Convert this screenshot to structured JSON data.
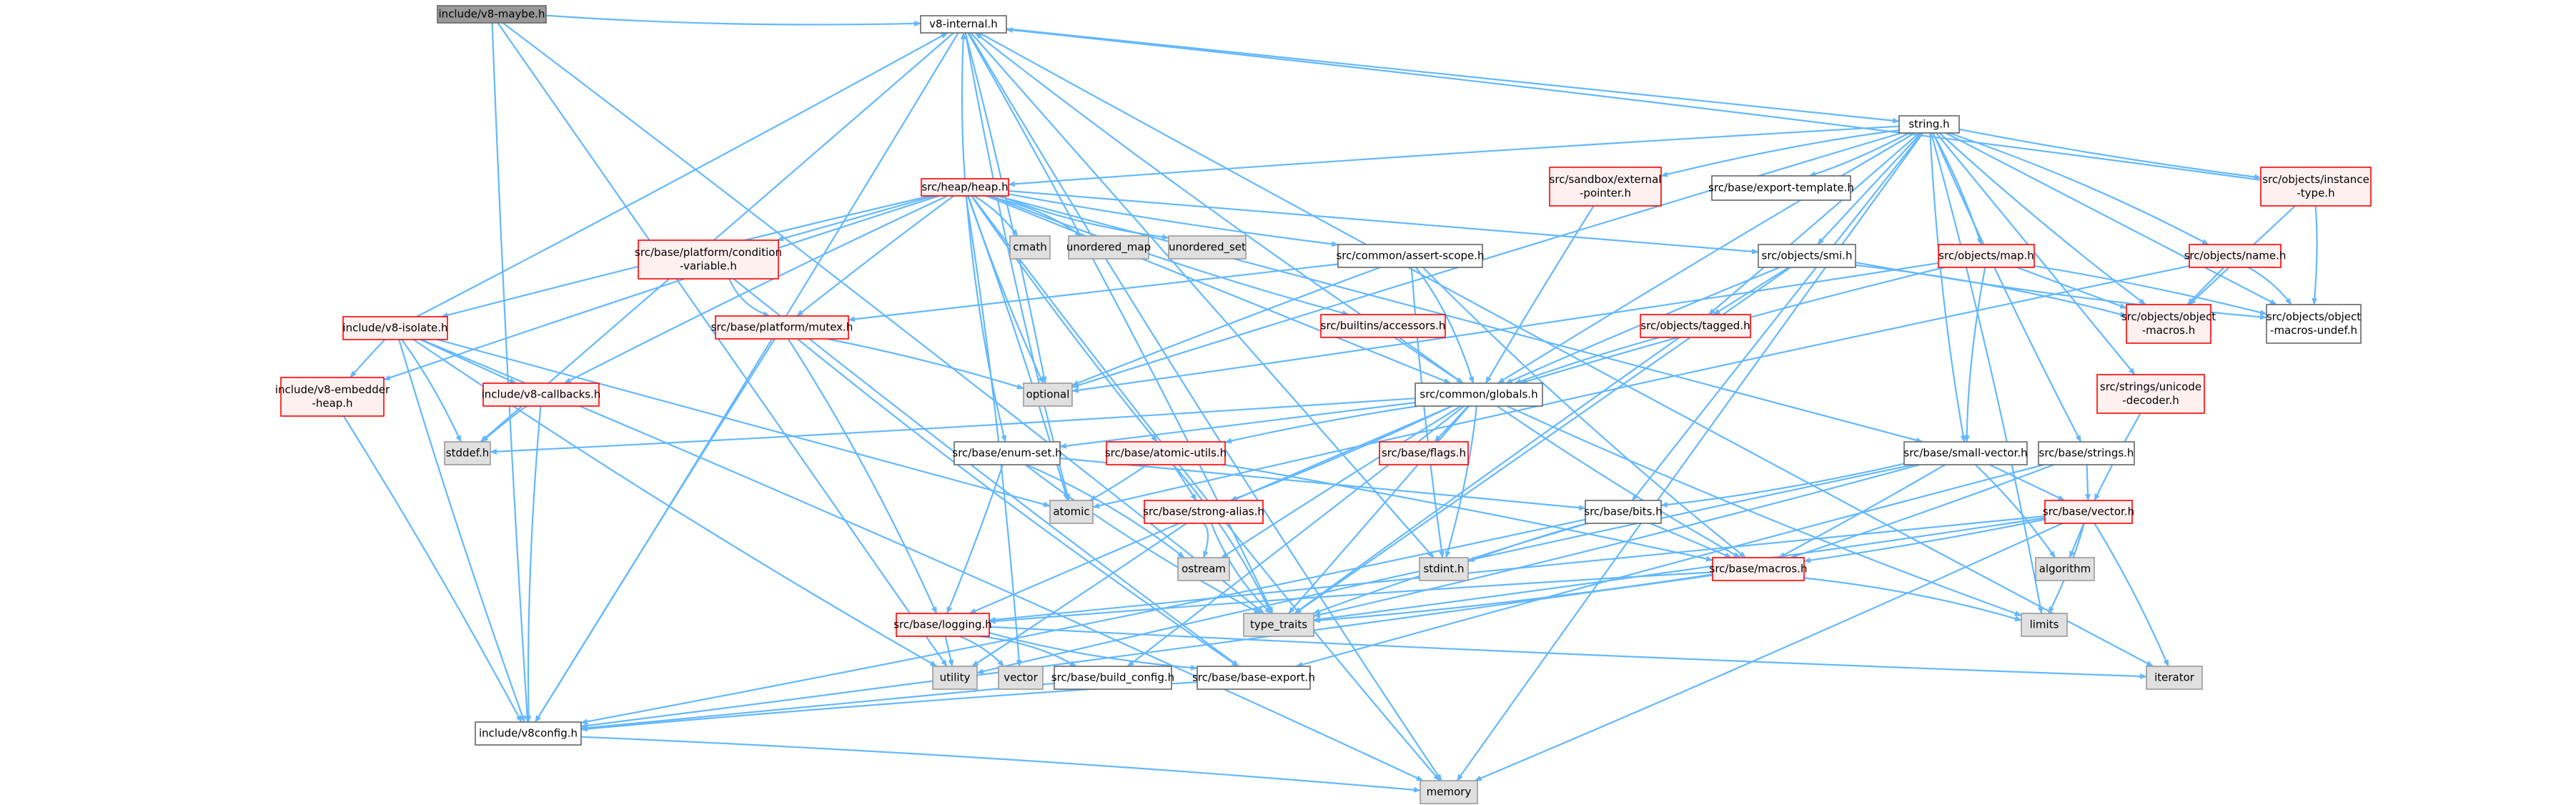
{
  "colors": {
    "edge": "#63b8ff",
    "root_fill": "#999999",
    "root_border": "#666666",
    "plain_fill": "#ffffff",
    "plain_border": "#666666",
    "red_fill": "#fff0f0",
    "red_border": "#ff0000",
    "gray_fill": "#e0e0e0",
    "gray_border": "#999999"
  },
  "nodes": [
    {
      "id": "v8maybe",
      "lines": [
        "include/v8-maybe.h"
      ],
      "style": "root"
    },
    {
      "id": "v8internal",
      "lines": [
        "v8-internal.h"
      ],
      "style": "plain"
    },
    {
      "id": "string",
      "lines": [
        "string.h"
      ],
      "style": "plain"
    },
    {
      "id": "heap",
      "lines": [
        "src/heap/heap.h"
      ],
      "style": "red"
    },
    {
      "id": "sandboxptr",
      "lines": [
        "src/sandbox/external",
        "-pointer.h"
      ],
      "style": "red"
    },
    {
      "id": "exporttpl",
      "lines": [
        "src/base/export-template.h"
      ],
      "style": "plain"
    },
    {
      "id": "instancetype",
      "lines": [
        "src/objects/instance",
        "-type.h"
      ],
      "style": "red"
    },
    {
      "id": "condvar",
      "lines": [
        "src/base/platform/condition",
        "-variable.h"
      ],
      "style": "red"
    },
    {
      "id": "cmath",
      "lines": [
        "cmath"
      ],
      "style": "gray"
    },
    {
      "id": "unordered_map",
      "lines": [
        "unordered_map"
      ],
      "style": "gray"
    },
    {
      "id": "unordered_set",
      "lines": [
        "unordered_set"
      ],
      "style": "gray"
    },
    {
      "id": "assertscope",
      "lines": [
        "src/common/assert-scope.h"
      ],
      "style": "plain"
    },
    {
      "id": "smi",
      "lines": [
        "src/objects/smi.h"
      ],
      "style": "plain"
    },
    {
      "id": "objmap",
      "lines": [
        "src/objects/map.h"
      ],
      "style": "red"
    },
    {
      "id": "objname",
      "lines": [
        "src/objects/name.h"
      ],
      "style": "red"
    },
    {
      "id": "v8isolate",
      "lines": [
        "include/v8-isolate.h"
      ],
      "style": "red"
    },
    {
      "id": "mutex",
      "lines": [
        "src/base/platform/mutex.h"
      ],
      "style": "red"
    },
    {
      "id": "accessors",
      "lines": [
        "src/builtins/accessors.h"
      ],
      "style": "red"
    },
    {
      "id": "tagged",
      "lines": [
        "src/objects/tagged.h"
      ],
      "style": "red"
    },
    {
      "id": "objmacros",
      "lines": [
        "src/objects/object",
        "-macros.h"
      ],
      "style": "red"
    },
    {
      "id": "objmacrosundef",
      "lines": [
        "src/objects/object",
        "-macros-undef.h"
      ],
      "style": "plain"
    },
    {
      "id": "optional",
      "lines": [
        "optional"
      ],
      "style": "gray"
    },
    {
      "id": "globals",
      "lines": [
        "src/common/globals.h"
      ],
      "style": "plain"
    },
    {
      "id": "embedderheap",
      "lines": [
        "include/v8-embedder",
        "-heap.h"
      ],
      "style": "red"
    },
    {
      "id": "callbacks",
      "lines": [
        "include/v8-callbacks.h"
      ],
      "style": "red"
    },
    {
      "id": "unicodedecoder",
      "lines": [
        "src/strings/unicode",
        "-decoder.h"
      ],
      "style": "red"
    },
    {
      "id": "stddef",
      "lines": [
        "stddef.h"
      ],
      "style": "gray"
    },
    {
      "id": "enumset",
      "lines": [
        "src/base/enum-set.h"
      ],
      "style": "plain"
    },
    {
      "id": "atomicutils",
      "lines": [
        "src/base/atomic-utils.h"
      ],
      "style": "red"
    },
    {
      "id": "flags",
      "lines": [
        "src/base/flags.h"
      ],
      "style": "red"
    },
    {
      "id": "smallvector",
      "lines": [
        "src/base/small-vector.h"
      ],
      "style": "plain"
    },
    {
      "id": "strings",
      "lines": [
        "src/base/strings.h"
      ],
      "style": "plain"
    },
    {
      "id": "atomic",
      "lines": [
        "atomic"
      ],
      "style": "gray"
    },
    {
      "id": "strongalias",
      "lines": [
        "src/base/strong-alias.h"
      ],
      "style": "red"
    },
    {
      "id": "bits",
      "lines": [
        "src/base/bits.h"
      ],
      "style": "plain"
    },
    {
      "id": "vectorh",
      "lines": [
        "src/base/vector.h"
      ],
      "style": "red"
    },
    {
      "id": "ostream",
      "lines": [
        "ostream"
      ],
      "style": "gray"
    },
    {
      "id": "stdint",
      "lines": [
        "stdint.h"
      ],
      "style": "gray"
    },
    {
      "id": "macros",
      "lines": [
        "src/base/macros.h"
      ],
      "style": "red"
    },
    {
      "id": "algorithm",
      "lines": [
        "algorithm"
      ],
      "style": "gray"
    },
    {
      "id": "typetraits",
      "lines": [
        "type_traits"
      ],
      "style": "gray"
    },
    {
      "id": "limits",
      "lines": [
        "limits"
      ],
      "style": "gray"
    },
    {
      "id": "logging",
      "lines": [
        "src/base/logging.h"
      ],
      "style": "red"
    },
    {
      "id": "utility",
      "lines": [
        "utility"
      ],
      "style": "gray"
    },
    {
      "id": "vector",
      "lines": [
        "vector"
      ],
      "style": "gray"
    },
    {
      "id": "buildconfig",
      "lines": [
        "src/base/build_config.h"
      ],
      "style": "plain"
    },
    {
      "id": "baseexport",
      "lines": [
        "src/base/base-export.h"
      ],
      "style": "plain"
    },
    {
      "id": "iterator",
      "lines": [
        "iterator"
      ],
      "style": "gray"
    },
    {
      "id": "v8config",
      "lines": [
        "include/v8config.h"
      ],
      "style": "plain"
    },
    {
      "id": "memory",
      "lines": [
        "memory"
      ],
      "style": "gray"
    }
  ],
  "edges": [
    [
      "v8maybe",
      "v8internal"
    ],
    [
      "v8maybe",
      "v8config"
    ],
    [
      "v8maybe",
      "utility"
    ],
    [
      "v8maybe",
      "typetraits"
    ],
    [
      "v8internal",
      "v8config"
    ],
    [
      "v8internal",
      "atomic"
    ],
    [
      "v8internal",
      "stddef"
    ],
    [
      "v8internal",
      "stdint"
    ],
    [
      "v8internal",
      "optional"
    ],
    [
      "v8internal",
      "typetraits"
    ],
    [
      "v8internal",
      "memory"
    ],
    [
      "v8internal",
      "iterator"
    ],
    [
      "v8internal",
      "string"
    ],
    [
      "string",
      "heap"
    ],
    [
      "string",
      "sandboxptr"
    ],
    [
      "string",
      "exporttpl"
    ],
    [
      "string",
      "instancetype"
    ],
    [
      "string",
      "smi"
    ],
    [
      "string",
      "objmap"
    ],
    [
      "string",
      "objname"
    ],
    [
      "string",
      "tagged"
    ],
    [
      "string",
      "objmacros"
    ],
    [
      "string",
      "objmacrosundef"
    ],
    [
      "string",
      "optional"
    ],
    [
      "string",
      "globals"
    ],
    [
      "string",
      "smallvector"
    ],
    [
      "string",
      "strings"
    ],
    [
      "string",
      "unicodedecoder"
    ],
    [
      "string",
      "bits"
    ],
    [
      "string",
      "limits"
    ],
    [
      "string",
      "memory"
    ],
    [
      "heap",
      "v8internal"
    ],
    [
      "heap",
      "condvar"
    ],
    [
      "heap",
      "cmath"
    ],
    [
      "heap",
      "unordered_map"
    ],
    [
      "heap",
      "unordered_set"
    ],
    [
      "heap",
      "assertscope"
    ],
    [
      "heap",
      "smi"
    ],
    [
      "heap",
      "v8isolate"
    ],
    [
      "heap",
      "mutex"
    ],
    [
      "heap",
      "accessors"
    ],
    [
      "heap",
      "optional"
    ],
    [
      "heap",
      "globals"
    ],
    [
      "heap",
      "embedderheap"
    ],
    [
      "heap",
      "callbacks"
    ],
    [
      "heap",
      "enumset"
    ],
    [
      "heap",
      "atomicutils"
    ],
    [
      "heap",
      "smallvector"
    ],
    [
      "heap",
      "atomic"
    ],
    [
      "heap",
      "vector"
    ],
    [
      "heap",
      "memory"
    ],
    [
      "sandboxptr",
      "globals"
    ],
    [
      "instancetype",
      "objmacros"
    ],
    [
      "instancetype",
      "objmacrosundef"
    ],
    [
      "instancetype",
      "v8internal"
    ],
    [
      "condvar",
      "mutex"
    ],
    [
      "condvar",
      "baseexport"
    ],
    [
      "assertscope",
      "mutex"
    ],
    [
      "assertscope",
      "optional"
    ],
    [
      "assertscope",
      "globals"
    ],
    [
      "assertscope",
      "macros"
    ],
    [
      "assertscope",
      "stdint"
    ],
    [
      "smi",
      "tagged"
    ],
    [
      "smi",
      "globals"
    ],
    [
      "smi",
      "objmacros"
    ],
    [
      "smi",
      "objmacrosundef"
    ],
    [
      "smi",
      "typetraits"
    ],
    [
      "objmap",
      "objmacros"
    ],
    [
      "objmap",
      "objmacrosundef"
    ],
    [
      "objmap",
      "globals"
    ],
    [
      "objmap",
      "smallvector"
    ],
    [
      "objmap",
      "optional"
    ],
    [
      "objname",
      "objmacros"
    ],
    [
      "objname",
      "objmacrosundef"
    ],
    [
      "objname",
      "atomic"
    ],
    [
      "v8isolate",
      "v8internal"
    ],
    [
      "v8isolate",
      "embedderheap"
    ],
    [
      "v8isolate",
      "callbacks"
    ],
    [
      "v8isolate",
      "stddef"
    ],
    [
      "v8isolate",
      "memory"
    ],
    [
      "v8isolate",
      "utility"
    ],
    [
      "v8isolate",
      "v8config"
    ],
    [
      "v8isolate",
      "atomic"
    ],
    [
      "mutex",
      "optional"
    ],
    [
      "mutex",
      "logging"
    ],
    [
      "mutex",
      "baseexport"
    ],
    [
      "mutex",
      "v8config"
    ],
    [
      "accessors",
      "globals"
    ],
    [
      "tagged",
      "globals"
    ],
    [
      "tagged",
      "typetraits"
    ],
    [
      "globals",
      "v8internal"
    ],
    [
      "globals",
      "stddef"
    ],
    [
      "globals",
      "enumset"
    ],
    [
      "globals",
      "atomicutils"
    ],
    [
      "globals",
      "flags"
    ],
    [
      "globals",
      "strongalias"
    ],
    [
      "globals",
      "macros"
    ],
    [
      "globals",
      "logging"
    ],
    [
      "globals",
      "ostream"
    ],
    [
      "globals",
      "stdint"
    ],
    [
      "globals",
      "limits"
    ],
    [
      "globals",
      "buildconfig"
    ],
    [
      "globals",
      "typetraits"
    ],
    [
      "embedderheap",
      "v8config"
    ],
    [
      "callbacks",
      "stddef"
    ],
    [
      "callbacks",
      "v8config"
    ],
    [
      "unicodedecoder",
      "vectorh"
    ],
    [
      "enumset",
      "bits"
    ],
    [
      "enumset",
      "logging"
    ],
    [
      "enumset",
      "ostream"
    ],
    [
      "enumset",
      "typetraits"
    ],
    [
      "atomicutils",
      "atomic"
    ],
    [
      "atomicutils",
      "strongalias"
    ],
    [
      "atomicutils",
      "macros"
    ],
    [
      "atomicutils",
      "typetraits"
    ],
    [
      "smallvector",
      "bits"
    ],
    [
      "smallvector",
      "macros"
    ],
    [
      "smallvector",
      "vectorh"
    ],
    [
      "smallvector",
      "algorithm"
    ],
    [
      "smallvector",
      "utility"
    ],
    [
      "smallvector",
      "typetraits"
    ],
    [
      "strings",
      "macros"
    ],
    [
      "strings",
      "vectorh"
    ],
    [
      "strings",
      "baseexport"
    ],
    [
      "strongalias",
      "ostream"
    ],
    [
      "strongalias",
      "typetraits"
    ],
    [
      "strongalias",
      "utility"
    ],
    [
      "bits",
      "macros"
    ],
    [
      "bits",
      "stdint"
    ],
    [
      "bits",
      "typetraits"
    ],
    [
      "bits",
      "v8config"
    ],
    [
      "vectorh",
      "macros"
    ],
    [
      "vectorh",
      "algorithm"
    ],
    [
      "vectorh",
      "iterator"
    ],
    [
      "vectorh",
      "limits"
    ],
    [
      "vectorh",
      "memory"
    ],
    [
      "vectorh",
      "typetraits"
    ],
    [
      "vectorh",
      "logging"
    ],
    [
      "macros",
      "logging"
    ],
    [
      "macros",
      "limits"
    ],
    [
      "macros",
      "typetraits"
    ],
    [
      "macros",
      "v8config"
    ],
    [
      "logging",
      "utility"
    ],
    [
      "logging",
      "vector"
    ],
    [
      "logging",
      "buildconfig"
    ],
    [
      "logging",
      "baseexport"
    ],
    [
      "logging",
      "iterator"
    ],
    [
      "buildconfig",
      "v8config"
    ],
    [
      "baseexport",
      "v8config"
    ],
    [
      "v8config",
      "memory"
    ]
  ]
}
